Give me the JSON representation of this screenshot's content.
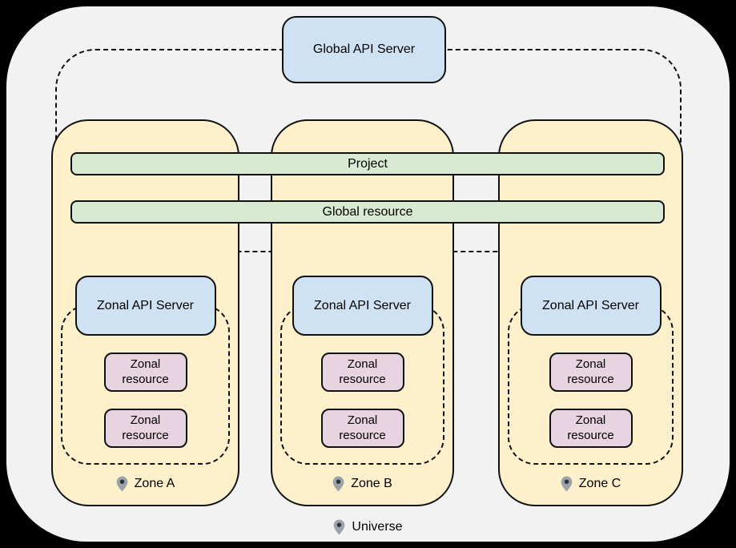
{
  "global_api_server": {
    "label": "Global API Server"
  },
  "bars": {
    "project": "Project",
    "global_resource": "Global resource"
  },
  "zones": [
    {
      "name": "Zone A",
      "api_server_label": "Zonal API Server",
      "resources": [
        "Zonal resource",
        "Zonal resource"
      ]
    },
    {
      "name": "Zone B",
      "api_server_label": "Zonal API Server",
      "resources": [
        "Zonal resource",
        "Zonal resource"
      ]
    },
    {
      "name": "Zone C",
      "api_server_label": "Zonal API Server",
      "resources": [
        "Zonal resource",
        "Zonal resource"
      ]
    }
  ],
  "universe": {
    "label": "Universe"
  },
  "icons": {
    "location_marker": "map-pin-icon"
  },
  "colors": {
    "background": "#000000",
    "panel": "#f2f2f2",
    "zone_fill": "#fdf0cb",
    "api_server_fill": "#cfe2f3",
    "bar_fill": "#d9ead3",
    "resource_fill": "#e8d3e0",
    "outline": "#111111",
    "pin_gray": "#9aa2aa"
  }
}
